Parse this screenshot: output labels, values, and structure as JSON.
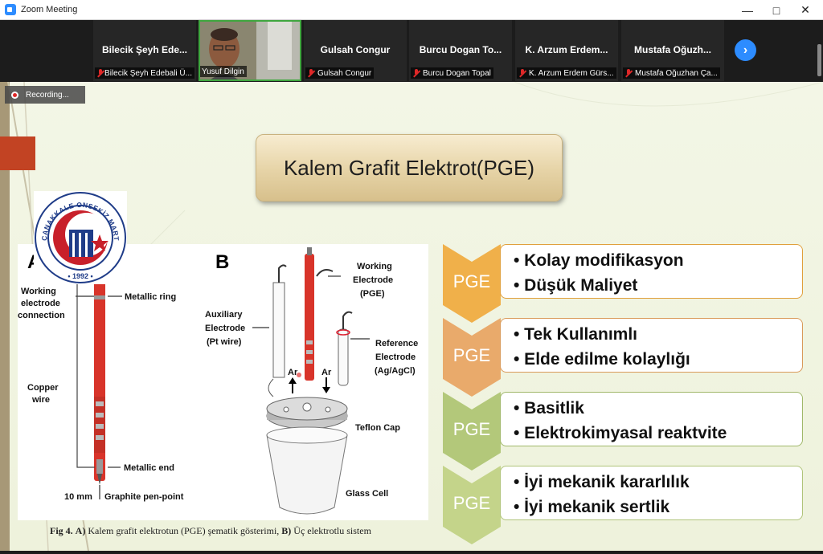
{
  "window": {
    "title": "Zoom Meeting"
  },
  "participants": [
    {
      "name": "Bilecik Şeyh Ede...",
      "label": "Bilecik Şeyh Edebali Ü...",
      "muted": true
    },
    {
      "name": "",
      "label": "Yusuf Dilgin",
      "muted": false,
      "video": true
    },
    {
      "name": "Gulsah Congur",
      "label": "Gulsah Congur",
      "muted": true
    },
    {
      "name": "Burcu Dogan To...",
      "label": "Burcu Dogan Topal",
      "muted": true
    },
    {
      "name": "K. Arzum Erdem...",
      "label": "K. Arzum Erdem Gürs...",
      "muted": true
    },
    {
      "name": "Mustafa Oğuzh...",
      "label": "Mustafa Oğuzhan Ça...",
      "muted": true
    }
  ],
  "recording": {
    "label": "Recording..."
  },
  "slide": {
    "title": "Kalem Grafit Elektrot(PGE)",
    "logo": {
      "top_text": "ÇANAKKALE ONSEKİZ MART ÜNİVERSİTESİ",
      "year": "• 1992 •"
    },
    "figure": {
      "panel_a": "A",
      "panel_b": "B",
      "labels_a": [
        "Working",
        "electrode",
        "connection",
        "Metallic ring",
        "Copper",
        "wire",
        "Metallic end",
        "10 mm",
        "Graphite pen-point"
      ],
      "labels_b": [
        "Working",
        "Electrode",
        "(PGE)",
        "Auxiliary",
        "Electrode",
        "(Pt wire)",
        "Reference",
        "Electrode",
        "(Ag/AgCl)",
        "Ar",
        "Ar",
        "Teflon Cap",
        "Glass Cell"
      ]
    },
    "caption": {
      "fig": "Fig 4.",
      "a": "A)",
      "text1": "Kalem grafit elektrotun (PGE) şematik gösterimi,",
      "b": "B)",
      "text2": "Üç elektrotlu sistem"
    },
    "items": [
      {
        "label": "PGE",
        "color": "#f0b04a",
        "border": "#e0a03c",
        "bullets": [
          "• Kolay modifikasyon",
          "• Düşük Maliyet"
        ]
      },
      {
        "label": "PGE",
        "color": "#e9aa6b",
        "border": "#d99a5a",
        "bullets": [
          "• Tek Kullanımlı",
          "• Elde edilme kolaylığı"
        ]
      },
      {
        "label": "PGE",
        "color": "#b3c87a",
        "border": "#a0b86a",
        "bullets": [
          "• Basitlik",
          "• Elektrokimyasal reaktvite"
        ]
      },
      {
        "label": "PGE",
        "color": "#c4d48a",
        "border": "#b0c47a",
        "bullets": [
          "• İyi mekanik kararlılık",
          "• İyi mekanik sertlik"
        ]
      }
    ]
  }
}
